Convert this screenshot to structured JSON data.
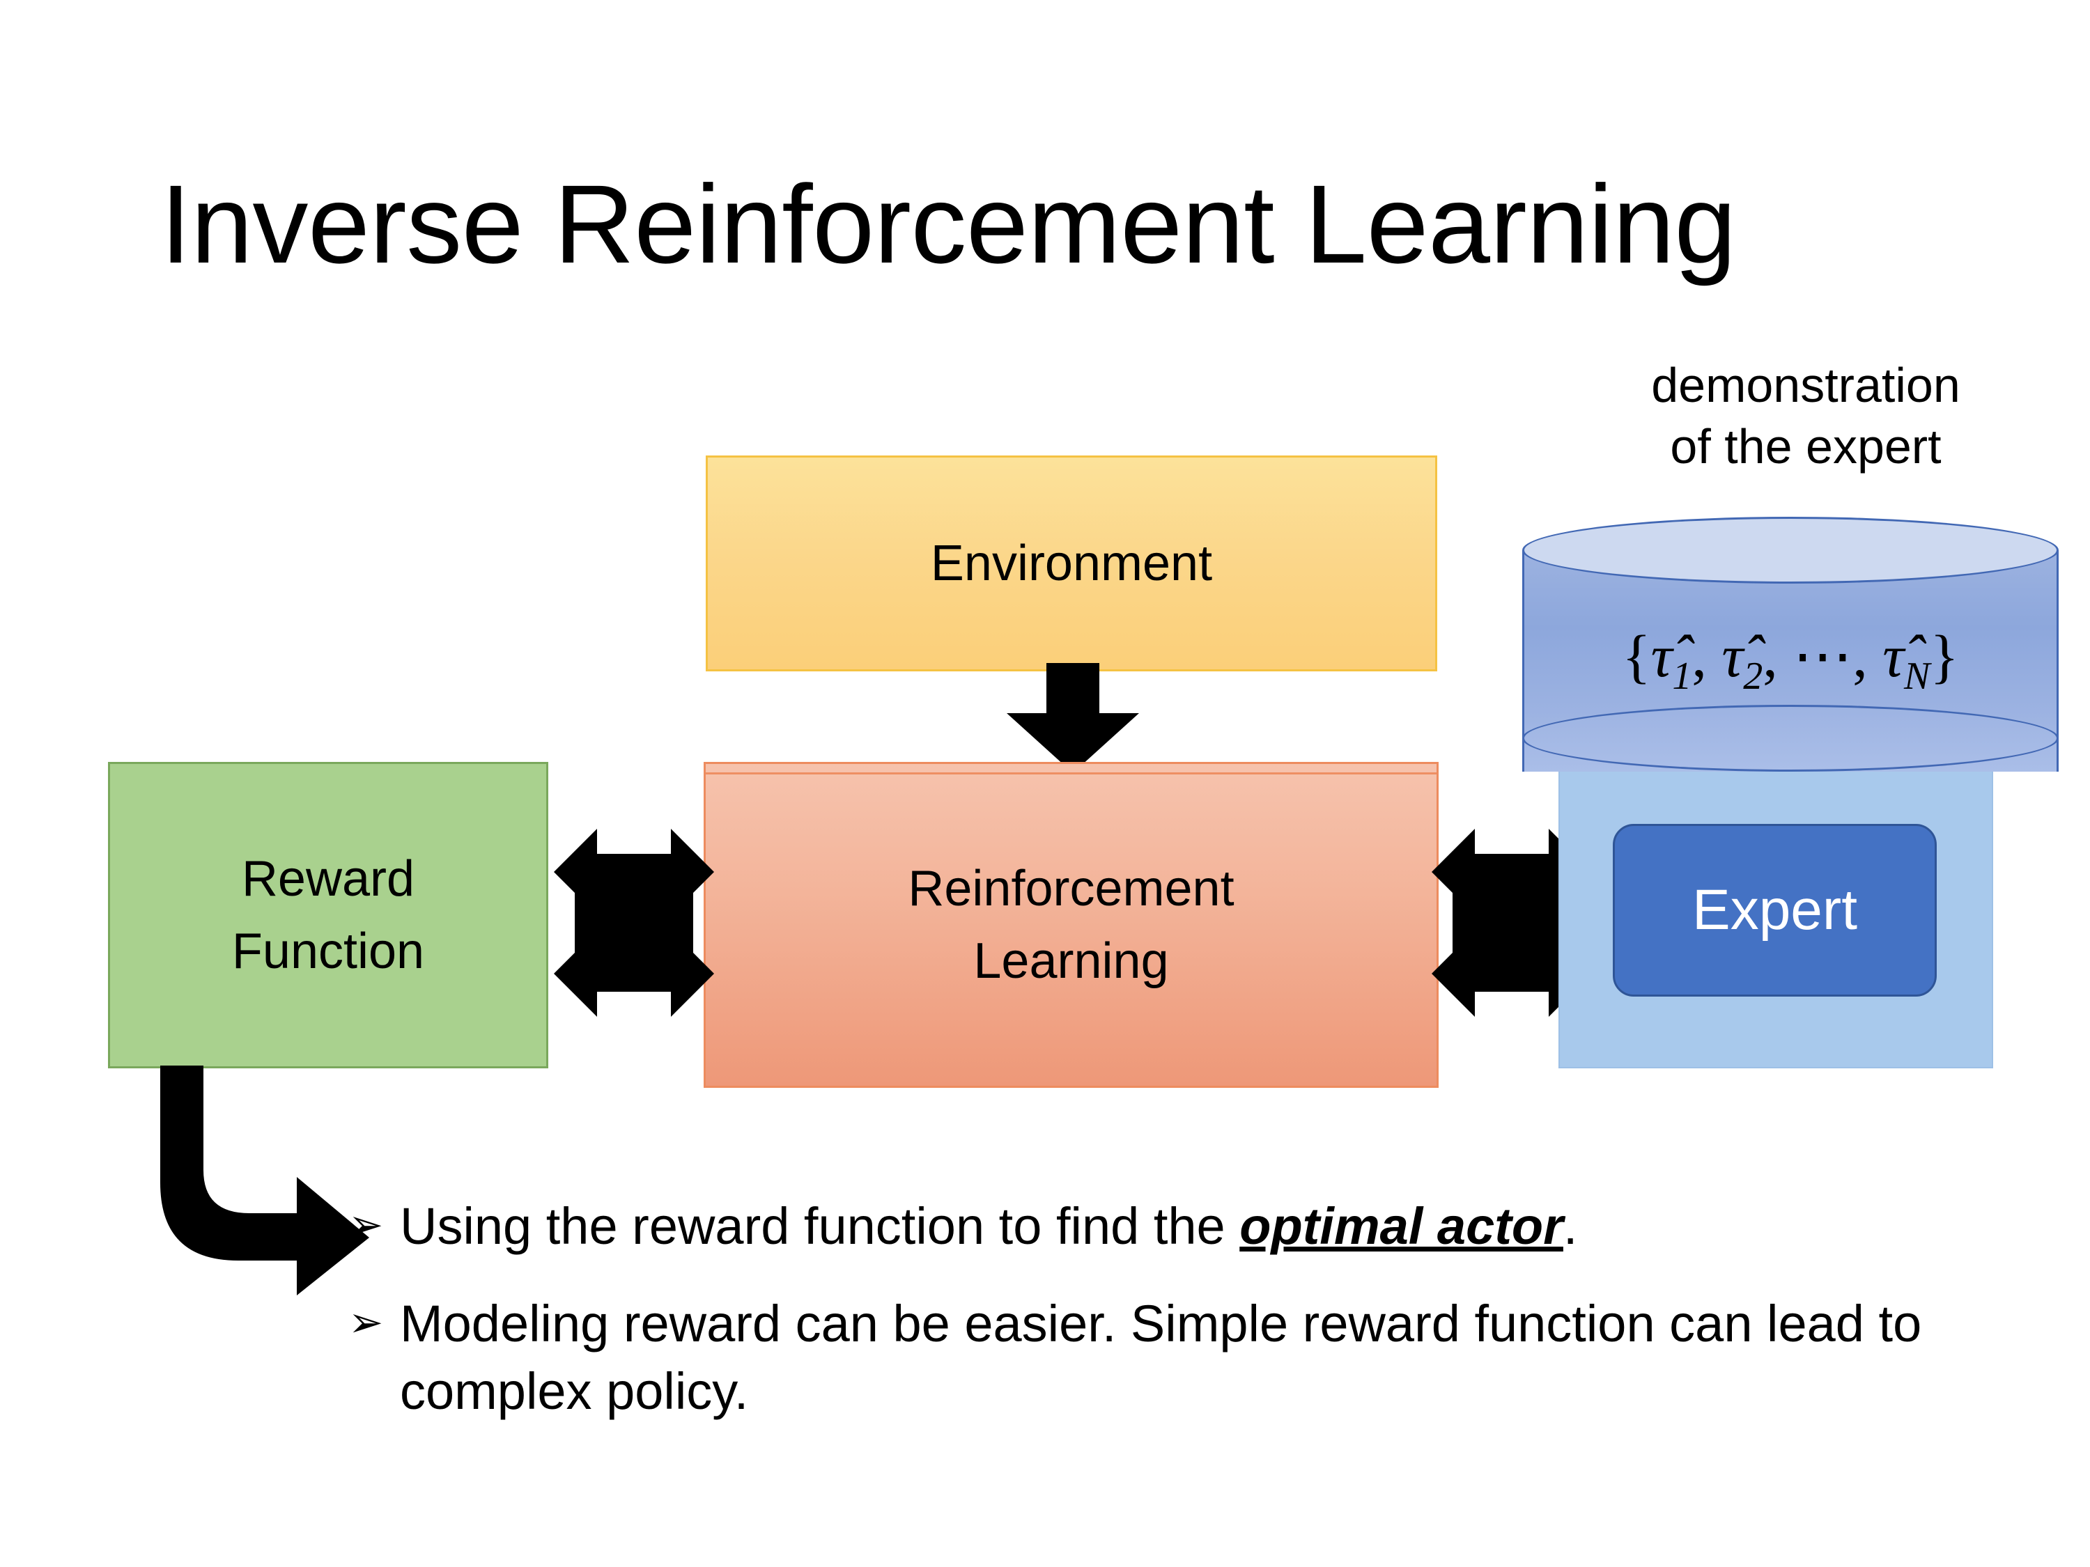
{
  "slide": {
    "title": "Inverse Reinforcement Learning",
    "background_color": "#FFFFFF"
  },
  "diagram": {
    "environment_box": {
      "label": "Environment",
      "fill_color": "#FBD78B",
      "border_color": "#F5C243"
    },
    "rl_box": {
      "label_line1": "Reinforcement",
      "label_line2": "Learning",
      "fill_color": "#F3B49A",
      "border_color": "#ED8C5F"
    },
    "reward_box": {
      "label_line1": "Reward",
      "label_line2": "Function",
      "fill_color": "#A9D18E",
      "border_color": "#7AA85C"
    },
    "expert_group": {
      "caption_line1": "demonstration",
      "caption_line2": "of the expert",
      "panel_color": "#A8C9EC",
      "chip_label": "Expert",
      "chip_fill_color": "#4472C4",
      "chip_text_color": "#FFFFFF",
      "cylinder": {
        "fill_color": "#8DA7DC",
        "top_color": "#CDD9F0",
        "border_color": "#4268B4",
        "formula_open": "{",
        "formula_tau1": "τ̂",
        "formula_sub1": "1",
        "formula_sep1": ", ",
        "formula_tau2": "τ̂",
        "formula_sub2": "2",
        "formula_sep2": ", ⋯, ",
        "formula_tauN": "τ̂",
        "formula_subN": "N",
        "formula_close": "}",
        "formula_plain": "{τ̂1, τ̂2, ⋯, τ̂N}"
      }
    },
    "arrows": {
      "environment_to_rl": "down-arrow",
      "reward_to_rl": "bidirectional-arrow",
      "rl_to_expert": "bidirectional-arrow",
      "reward_to_bullets": "elbow-arrow",
      "color": "#000000"
    }
  },
  "bullets": [
    {
      "marker": "➢",
      "text_before": "Using the reward function to find the ",
      "emphasis": "optimal actor",
      "text_after": "."
    },
    {
      "marker": "➢",
      "text_before": "Modeling reward can be easier. Simple reward function can lead to complex policy.",
      "emphasis": "",
      "text_after": ""
    }
  ]
}
